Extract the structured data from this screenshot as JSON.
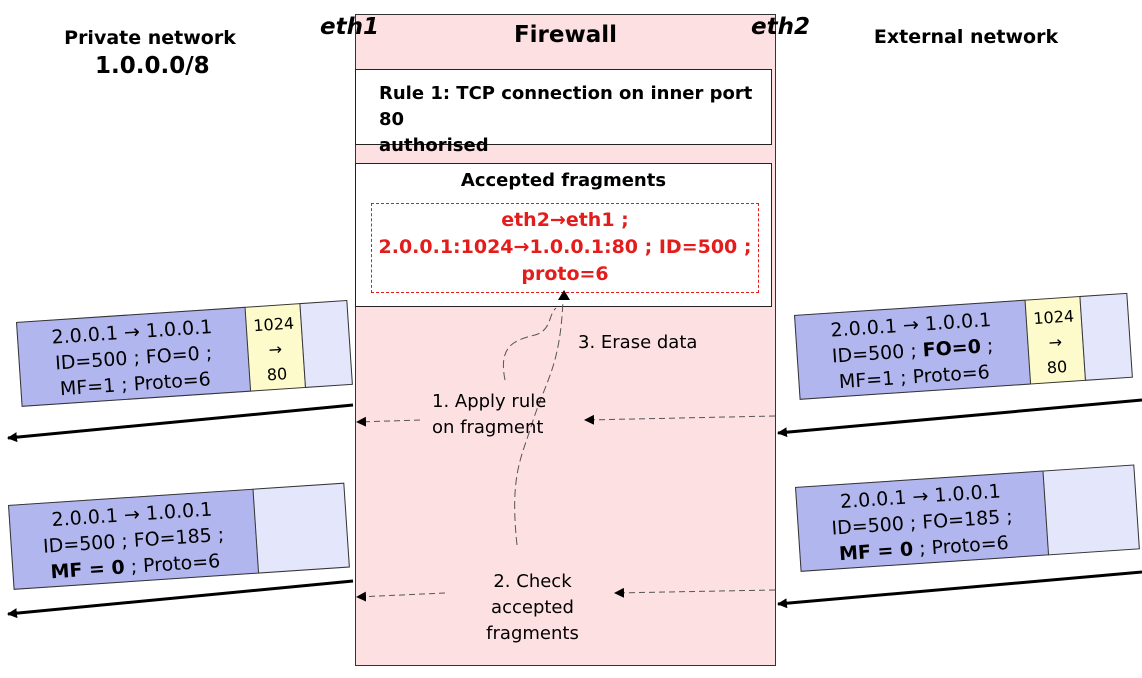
{
  "private_network": {
    "title": "Private network",
    "subnet": "1.0.0.0/8"
  },
  "external_network": {
    "title": "External network"
  },
  "interfaces": {
    "eth1": "eth1",
    "eth2": "eth2"
  },
  "firewall": {
    "title": "Firewall",
    "rule_line1": "Rule 1: TCP connection on inner port 80",
    "rule_line2": "authorised",
    "accepted_title": "Accepted fragments",
    "accepted_line1": "eth2→eth1 ;",
    "accepted_line2": "2.0.0.1:1024→1.0.0.1:80 ; ID=500 ;",
    "accepted_line3": "proto=6"
  },
  "steps": {
    "step1_line1": "1. Apply rule",
    "step1_line2": "on fragment",
    "step2_line1": "2. Check accepted",
    "step2_line2": "fragments",
    "step3": "3. Erase data"
  },
  "packets": {
    "ext_first": {
      "line1": "2.0.0.1 → 1.0.0.1",
      "line2_pre": "ID=500 ; ",
      "line2_bold": "FO=0",
      "line2_post": " ;",
      "line3": "MF=1 ; Proto=6",
      "port_src": "1024",
      "port_arrow": "→",
      "port_dst": "80"
    },
    "priv_first": {
      "line1": "2.0.0.1 → 1.0.0.1",
      "line2": "ID=500 ; FO=0 ;",
      "line3": "MF=1 ; Proto=6",
      "port_src": "1024",
      "port_arrow": "→",
      "port_dst": "80"
    },
    "ext_second": {
      "line1": "2.0.0.1 → 1.0.0.1",
      "line2": "ID=500 ; FO=185 ;",
      "line3_bold": "MF = 0",
      "line3_post": " ; Proto=6"
    },
    "priv_second": {
      "line1": "2.0.0.1 → 1.0.0.1",
      "line2": "ID=500 ; FO=185 ;",
      "line3_bold": "MF = 0",
      "line3_post": " ; Proto=6"
    }
  },
  "colors": {
    "firewall_bg": "#fde0e2",
    "header_blue": "#b2b6ee",
    "port_yellow": "#fdfbcb",
    "data_light": "#e4e6fb",
    "accepted_red": "#e31c1c"
  }
}
